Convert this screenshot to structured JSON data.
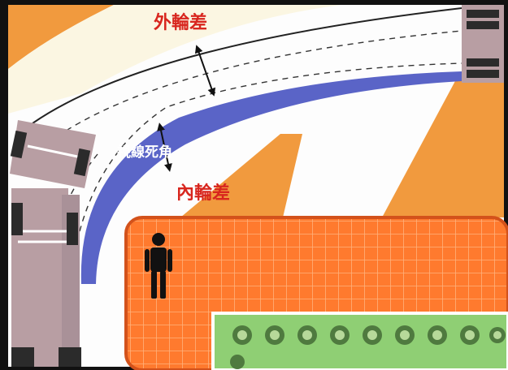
{
  "labels": {
    "outer_difference": "外輪差",
    "blind_spot": "視線死角",
    "inner_difference": "內輪差"
  },
  "colors": {
    "frame": "#111111",
    "orange_zone": "#f19a3e",
    "cream_zone": "#fbf6e2",
    "road_white": "#fdfdfd",
    "blind_spot_blue": "#5a64c7",
    "sidewalk_orange": "#ff7a2e",
    "sidewalk_border": "#d3521b",
    "sidewalk_grid": "#ffb27c",
    "grass_green": "#8fcf74",
    "truck_body": "#b89ea3",
    "tire": "#2b2b2b",
    "label_red": "#d8261e",
    "label_white": "#ffffff",
    "pedestrian": "#111111",
    "bush": "#4f7a3f"
  },
  "icons": {
    "pedestrian": "person-standing-icon",
    "bush": "shrub-icon",
    "arrow": "double-headed-arrow-icon"
  }
}
